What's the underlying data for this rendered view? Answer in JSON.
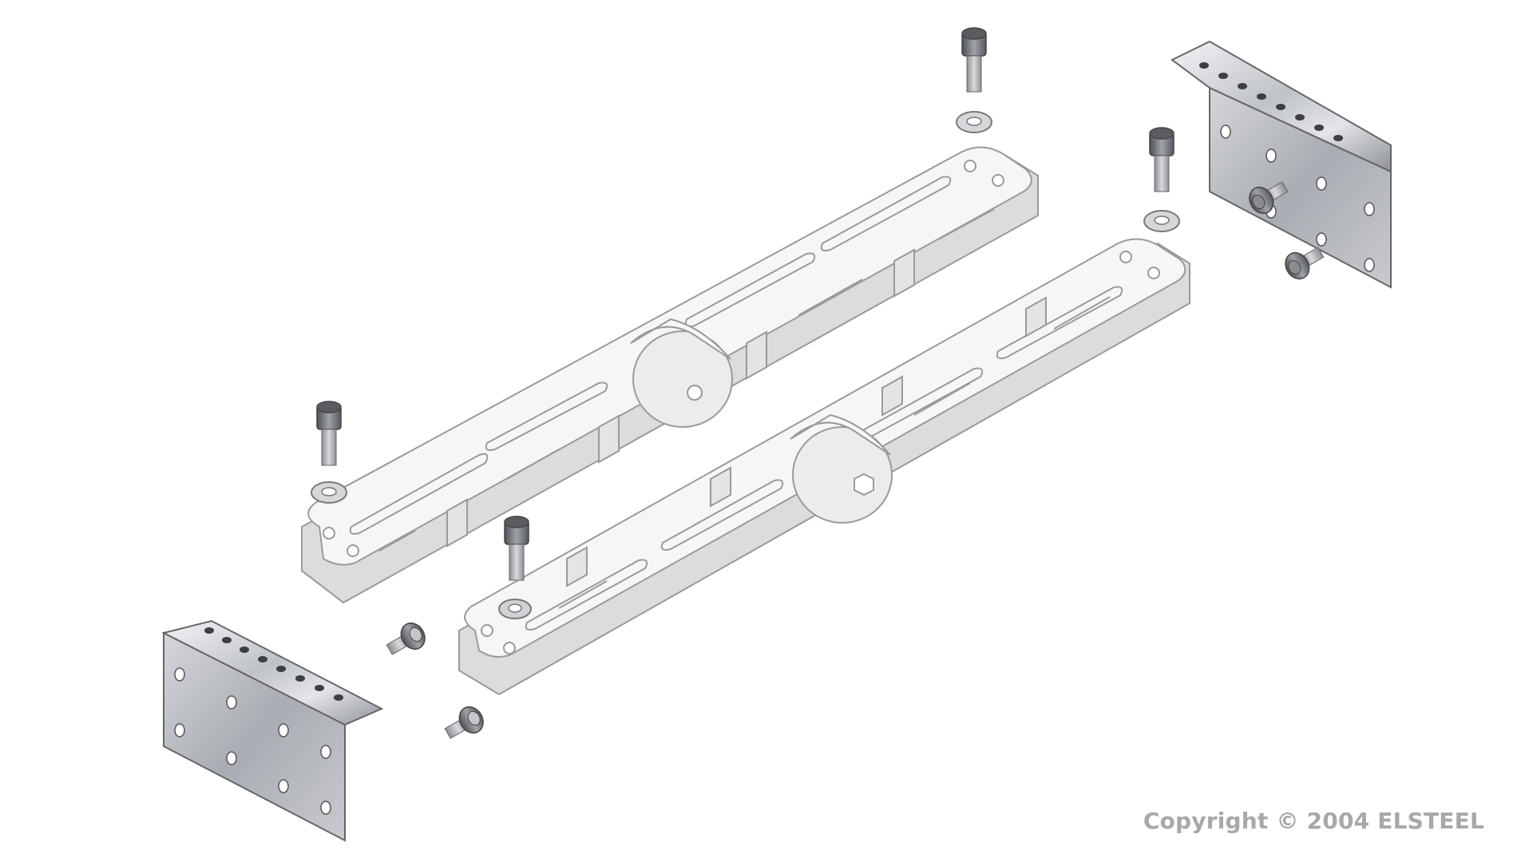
{
  "copyright": "Copyright © 2004 ELSTEEL",
  "colors": {
    "background": "#ffffff",
    "bar_top": "#f4f4f4",
    "bar_side": "#d9d9d9",
    "bar_outline": "#9a9a9a",
    "steel_light": "#e6e7e9",
    "steel_dark": "#8f9298",
    "bolt": "#6e7075",
    "copyright_text": "#a8a8a8"
  },
  "parts": [
    {
      "name": "upper-slotted-link-bar",
      "count": 1
    },
    {
      "name": "lower-slotted-link-bar",
      "count": 1
    },
    {
      "name": "angle-bracket",
      "count": 2
    },
    {
      "name": "cap-screw",
      "count": 4
    },
    {
      "name": "washer",
      "count": 4
    },
    {
      "name": "short-screw",
      "count": 4
    }
  ]
}
